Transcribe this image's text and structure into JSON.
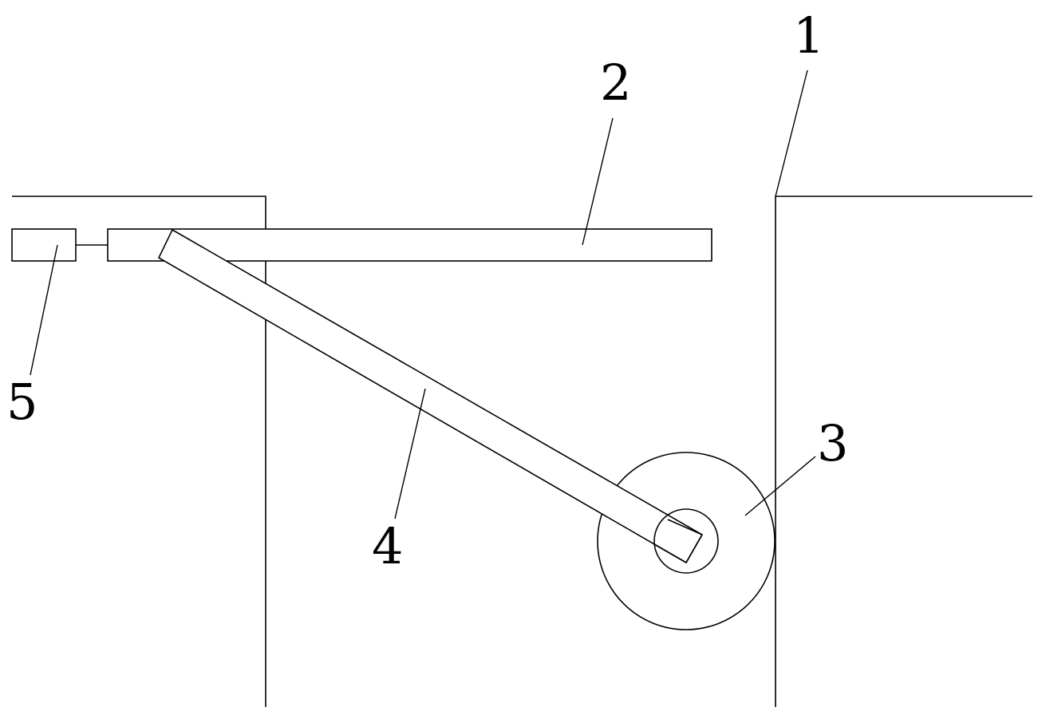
{
  "labels": {
    "part_1": "1",
    "part_2": "2",
    "part_3": "3",
    "part_4": "4",
    "part_5": "5"
  }
}
